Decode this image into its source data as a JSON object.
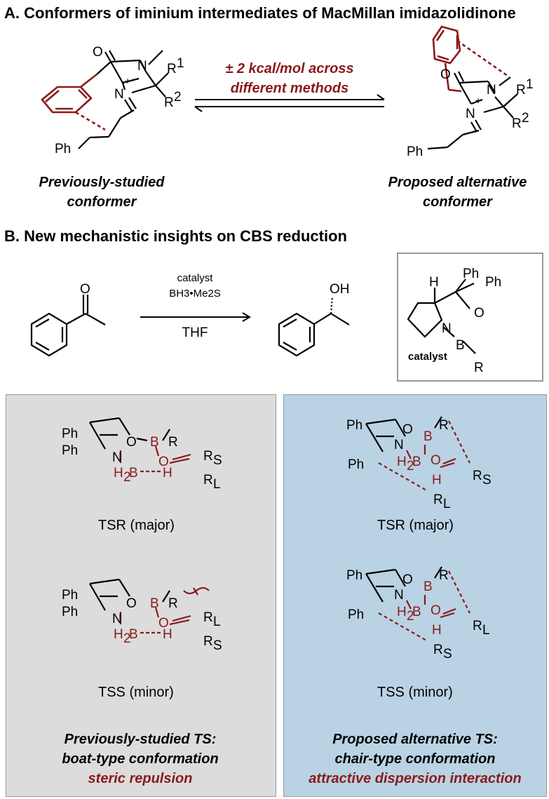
{
  "section_a": {
    "title": "A. Conformers of iminium intermediates of MacMillan imidazolidinone",
    "equilibrium_note_line1": "± 2 kcal/mol across",
    "equilibrium_note_line2": "different methods",
    "left_caption_line1": "Previously-studied",
    "left_caption_line2": "conformer",
    "right_caption_line1": "Proposed alternative",
    "right_caption_line2": "conformer"
  },
  "section_b": {
    "title": "B. New mechanistic insights on CBS reduction",
    "arrow_top_label": "catalyst",
    "arrow_reagent": "BH3•Me2S",
    "arrow_bottom_label": "THF",
    "catalyst_box_label": "catalyst",
    "left_panel": {
      "ts_major_label": "TSR (major)",
      "ts_minor_label": "TSS (minor)",
      "caption_line1": "Previously-studied TS:",
      "caption_line2": "boat-type conformation",
      "caption_line3": "steric repulsion"
    },
    "right_panel": {
      "ts_major_label": "TSR (major)",
      "ts_minor_label": "TSS (minor)",
      "caption_line1": "Proposed alternative TS:",
      "caption_line2": "chair-type conformation",
      "caption_line3": "attractive dispersion interaction"
    }
  },
  "colors": {
    "accent_red": "#8b1a1a",
    "left_panel_bg": "#dcdcdc",
    "right_panel_bg": "#b9d3e4"
  }
}
